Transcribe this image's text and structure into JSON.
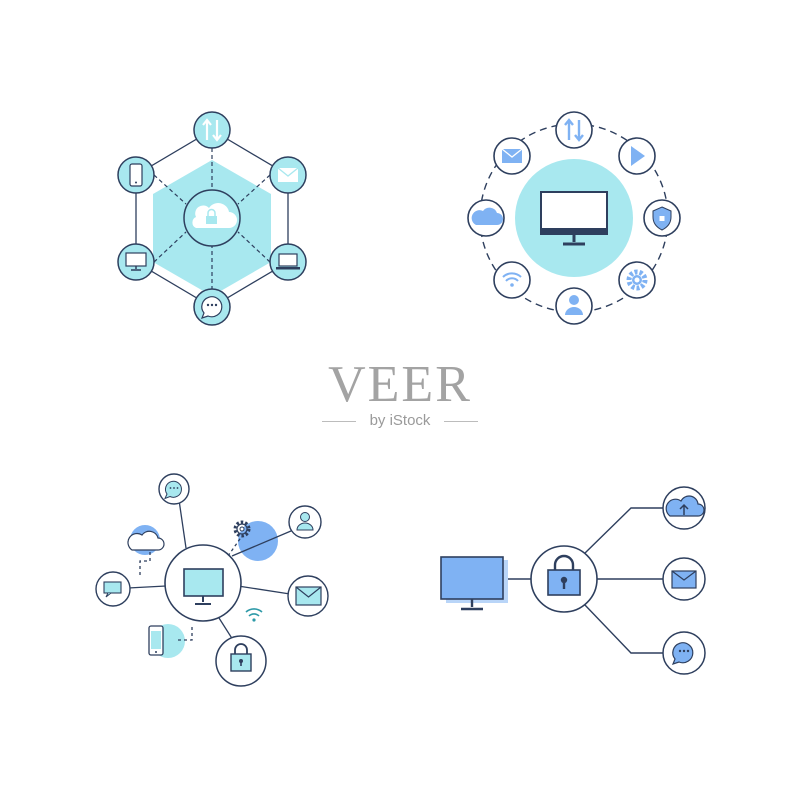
{
  "colors": {
    "stroke": "#2e3f5e",
    "fill_cyan": "#a8e8ef",
    "fill_light_cyan": "#c9f1f5",
    "fill_blue": "#7fb2f3",
    "fill_blue_light": "#b9d5f8",
    "white": "#ffffff"
  },
  "watermark": {
    "title": "VEER",
    "subtitle": "by iStock"
  },
  "diagrams": [
    {
      "name": "hexagon-network",
      "center_icon": "cloud-lock-icon",
      "nodes": [
        "arrows-up-down-icon",
        "mail-icon",
        "laptop-icon",
        "chat-icon",
        "monitor-icon",
        "phone-icon"
      ]
    },
    {
      "name": "ring-network",
      "center_icon": "monitor-icon",
      "nodes": [
        "arrows-up-down-icon",
        "play-icon",
        "shield-icon",
        "gear-icon",
        "user-icon",
        "wifi-icon",
        "cloud-icon",
        "mail-icon"
      ]
    },
    {
      "name": "radial-network",
      "center_icon": "monitor-icon",
      "nodes": [
        "chat-icon",
        "user-icon",
        "mail-icon",
        "lock-icon",
        "message-icon"
      ],
      "floating": [
        "cloud-icon",
        "gear-icon",
        "wifi-icon",
        "phone-icon"
      ]
    },
    {
      "name": "tree-network",
      "center_icon": "padlock-icon",
      "source_icon": "monitor-icon",
      "nodes": [
        "cloud-upload-icon",
        "mail-icon",
        "chat-icon"
      ]
    }
  ]
}
